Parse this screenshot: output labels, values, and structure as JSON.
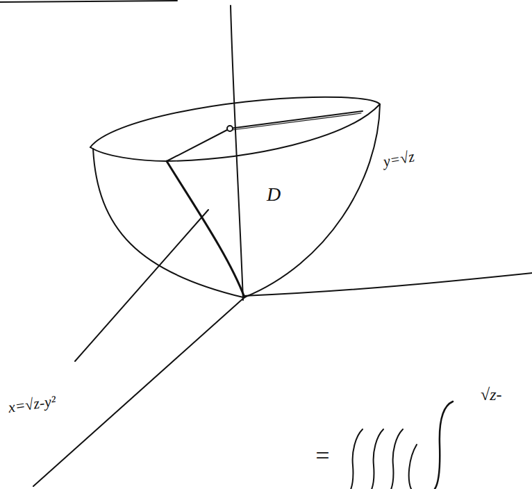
{
  "diagram": {
    "labels": [
      "D",
      "y=√z",
      "x=√z-y²",
      "=",
      "√z-"
    ]
  }
}
